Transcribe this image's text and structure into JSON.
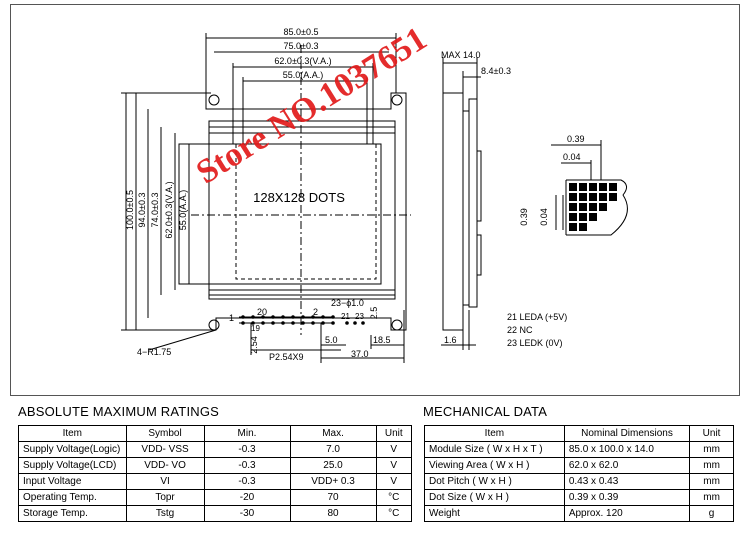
{
  "drawing": {
    "dims": {
      "w85": "85.0±0.5",
      "w75": "75.0±0.3",
      "w62": "62.0±0.3(V.A.)",
      "w55": "55.0(A.A.)",
      "h100": "100.0±0.5",
      "h94": "94.0±0.3",
      "h74": "74.0±0.3",
      "h62": "62.0±0.3(V.A.)",
      "h55": "55.0(A.A.)",
      "dots": "128X128  DOTS",
      "max14": "MAX  14.0",
      "d84": "8.4±0.3",
      "r175": "4−R1.75",
      "p254x9": "P2.54X9",
      "d254": "2.54",
      "pin20": "20",
      "pin2": "2",
      "pin1": "1",
      "pin19": "19",
      "pin21": "21",
      "pin23": "23",
      "phi": "23−ϕ1.0",
      "d25": "2.5",
      "d50": "5.0",
      "d185": "18.5",
      "d370": "37.0",
      "d16": "1.6",
      "d039a": "0.39",
      "d004a": "0.04",
      "d039b": "0.39",
      "d004b": "0.04"
    },
    "pin_labels": [
      "21  LEDA  (+5V)",
      "22  NC",
      "23  LEDK  (0V)"
    ]
  },
  "watermark": "Store NO.1037651",
  "absolute": {
    "title": "ABSOLUTE MAXIMUM RATINGS",
    "headers": [
      "Item",
      "Symbol",
      "Min.",
      "Max.",
      "Unit"
    ],
    "rows": [
      [
        "Supply Voltage(Logic)",
        "VDD- VSS",
        "-0.3",
        "7.0",
        "V"
      ],
      [
        "Supply Voltage(LCD)",
        "VDD- VO",
        "-0.3",
        "25.0",
        "V"
      ],
      [
        "Input  Voltage",
        "VI",
        "-0.3",
        "VDD+ 0.3",
        "V"
      ],
      [
        "Operating Temp.",
        "Topr",
        "-20",
        "70",
        "°C"
      ],
      [
        "Storage Temp.",
        "Tstg",
        "-30",
        "80",
        "°C"
      ]
    ]
  },
  "mechanical": {
    "title": "MECHANICAL DATA",
    "headers": [
      "Item",
      "Nominal Dimensions",
      "Unit"
    ],
    "rows": [
      [
        "Module Size ( W x H x T )",
        "85.0 x 100.0 x 14.0",
        "mm"
      ],
      [
        "Viewing Area ( W x H )",
        "62.0 x 62.0",
        "mm"
      ],
      [
        "Dot Pitch ( W x H )",
        "0.43 x 0.43",
        "mm"
      ],
      [
        "Dot Size ( W x H )",
        "0.39 x 0.39",
        "mm"
      ],
      [
        "Weight",
        "Approx.  120",
        "g"
      ]
    ]
  }
}
